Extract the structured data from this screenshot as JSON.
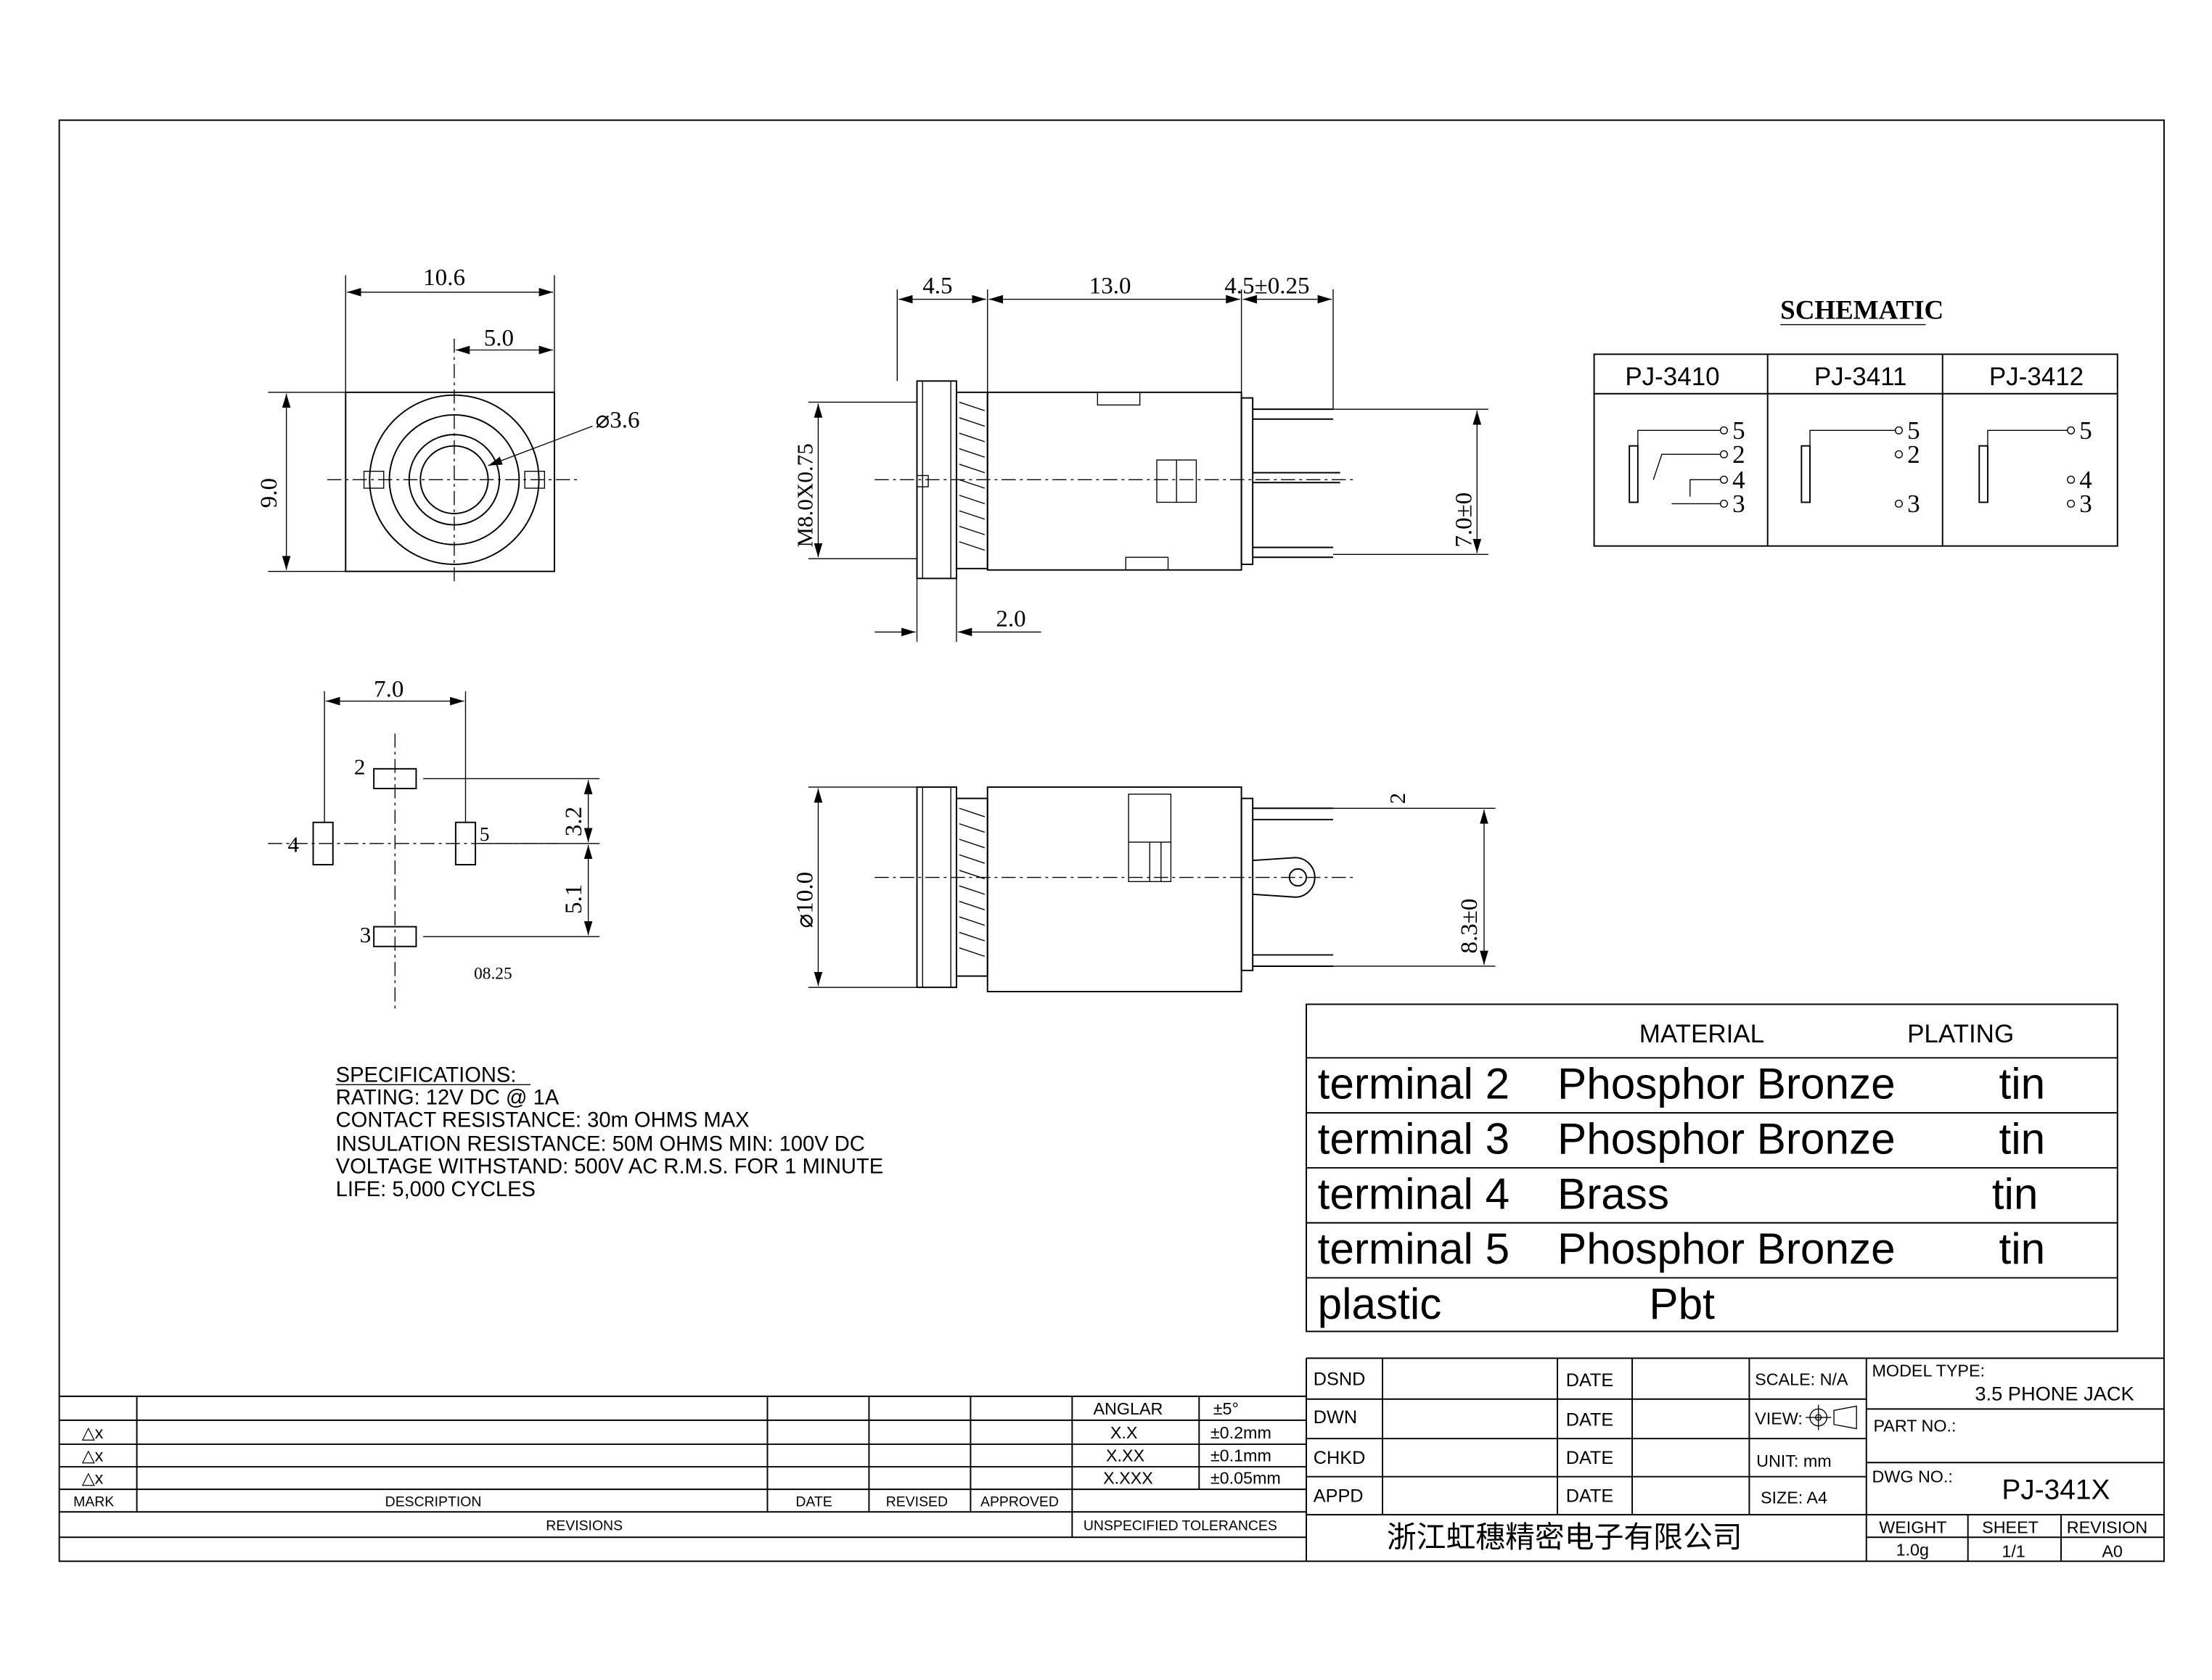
{
  "front_view": {
    "width": "10.6",
    "half_width": "5.0",
    "height": "9.0",
    "bore_diameter": "⌀3.6"
  },
  "side_view": {
    "nut": "4.5",
    "body": "13.0",
    "pins": "4.5±0.25",
    "thread": "M8.0X0.75",
    "flange": "2.0",
    "pin_spacing": "7.0±0"
  },
  "footprint": {
    "pitch_x": "7.0",
    "pitch_y1": "3.2",
    "pitch_y2": "5.1",
    "pad_labels": [
      "2",
      "4",
      "5",
      "3"
    ],
    "pad_note": "08.25"
  },
  "bottom_view": {
    "diameter": "⌀10.0",
    "height": "8.3±0",
    "tab": "2"
  },
  "schematic": {
    "title": "SCHEMATIC",
    "models": [
      "PJ-3410",
      "PJ-3411",
      "PJ-3412"
    ],
    "pins": {
      "p5": "5",
      "p2": "2",
      "p4": "4",
      "p3": "3"
    }
  },
  "specifications": {
    "title": "SPECIFICATIONS:",
    "lines": [
      "RATING: 12V DC @ 1A",
      "CONTACT RESISTANCE: 30m OHMS MAX",
      "INSULATION RESISTANCE: 50M OHMS MIN: 100V DC",
      "VOLTAGE WITHSTAND: 500V AC R.M.S. FOR 1 MINUTE",
      "LIFE: 5,000 CYCLES"
    ]
  },
  "materials": {
    "headers": {
      "material": "MATERIAL",
      "plating": "PLATING"
    },
    "rows": [
      {
        "part": "terminal 2",
        "material": "Phosphor Bronze",
        "plating": "tin"
      },
      {
        "part": "terminal 3",
        "material": "Phosphor Bronze",
        "plating": "tin"
      },
      {
        "part": "terminal 4",
        "material": "Brass",
        "plating": "tin"
      },
      {
        "part": "terminal 5",
        "material": "Phosphor Bronze",
        "plating": "tin"
      },
      {
        "part": "plastic",
        "material": "Pbt",
        "plating": ""
      }
    ]
  },
  "revisions": {
    "marks": [
      "△x",
      "△x",
      "△x"
    ],
    "headers": {
      "mark": "MARK",
      "description": "DESCRIPTION",
      "date": "DATE",
      "revised": "REVISED",
      "approved": "APPROVED"
    },
    "footer": "REVISIONS"
  },
  "tolerances": {
    "rows": [
      {
        "label": "ANGLAR",
        "value": "±5°"
      },
      {
        "label": "X.X",
        "value": "±0.2mm"
      },
      {
        "label": "X.XX",
        "value": "±0.1mm"
      },
      {
        "label": "X.XXX",
        "value": "±0.05mm"
      }
    ],
    "footer": "UNSPECIFIED TOLERANCES"
  },
  "title_block": {
    "dsnd": "DSND",
    "dwn": "DWN",
    "chkd": "CHKD",
    "appd": "APPD",
    "date": "DATE",
    "scale": "SCALE: N/A",
    "view": "VIEW:",
    "unit": "UNIT: mm",
    "size": "SIZE: A4",
    "model_type_label": "MODEL TYPE:",
    "model_type": "3.5 PHONE JACK",
    "part_no_label": "PART NO.:",
    "dwg_no_label": "DWG NO.:",
    "dwg_no": "PJ-341X",
    "company": "浙江虹穗精密电子有限公司",
    "weight_label": "WEIGHT",
    "weight": "1.0g",
    "sheet_label": "SHEET",
    "sheet": "1/1",
    "revision_label": "REVISION",
    "revision": "A0"
  }
}
